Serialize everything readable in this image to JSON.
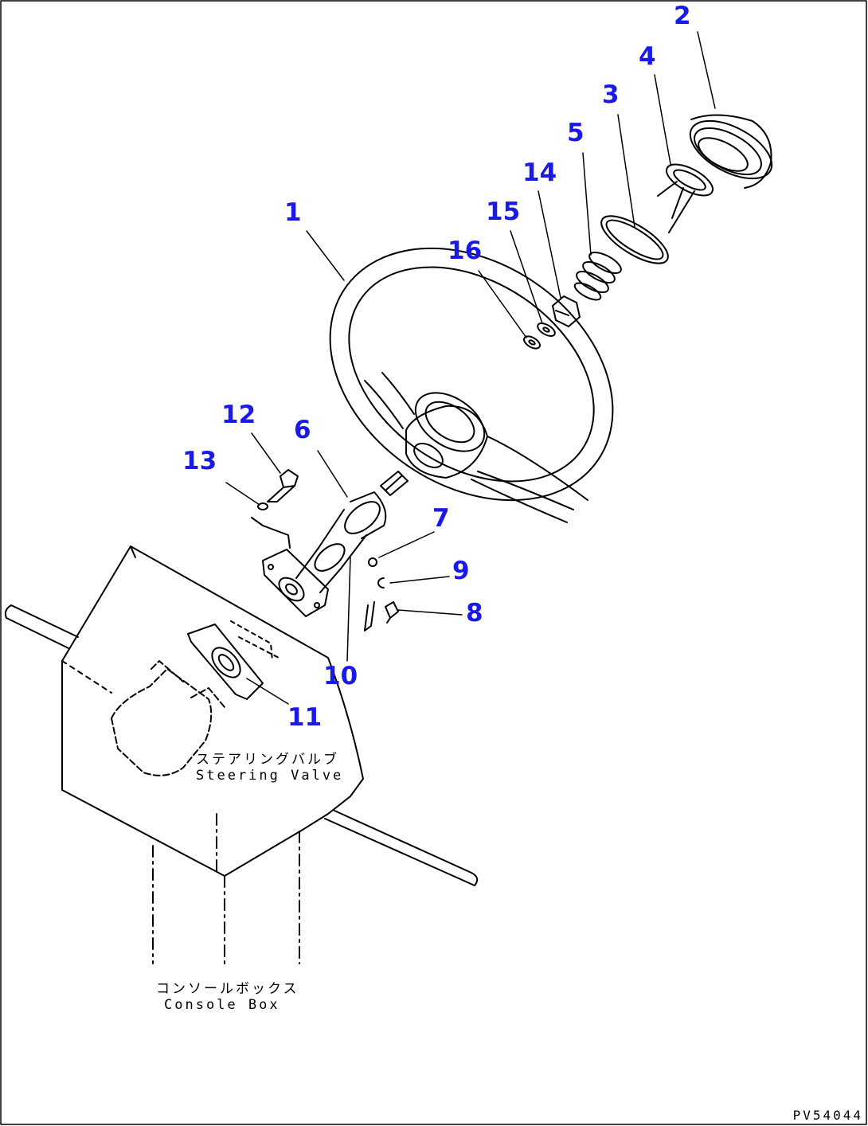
{
  "part_numbers": [
    "1",
    "2",
    "3",
    "4",
    "5",
    "6",
    "7",
    "8",
    "9",
    "10",
    "11",
    "12",
    "13",
    "14",
    "15",
    "16"
  ],
  "labels": {
    "steering_valve_jp": "ステアリングバルブ",
    "steering_valve_en": "Steering Valve",
    "console_box_jp": "コンソールボックス",
    "console_box_en": "Console Box"
  },
  "drawing_code": "PV54044",
  "colors": {
    "part_number": "#1a1ae6",
    "line": "#000000"
  }
}
